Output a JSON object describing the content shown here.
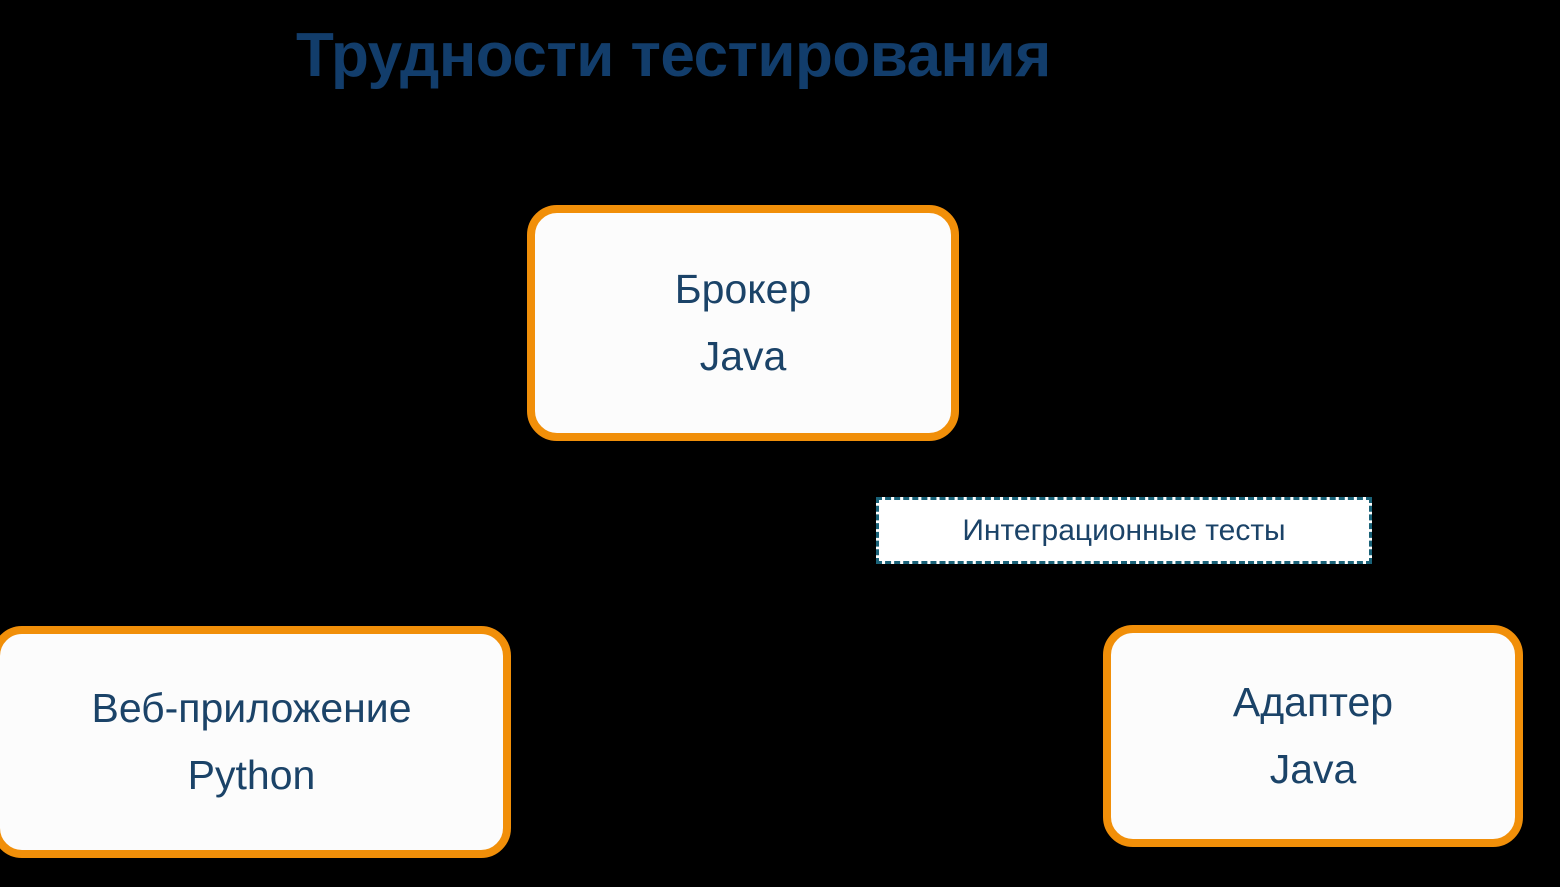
{
  "slide": {
    "title": "Трудности тестирования",
    "background_color": "#000000",
    "title_color": "#123D6B",
    "accent_color": "#F18F09",
    "text_color": "#1B4368",
    "dashed_border_color": "#1A6278"
  },
  "nodes": [
    {
      "id": "broker",
      "name": "Брокер",
      "tech": "Java"
    },
    {
      "id": "webapp",
      "name": "Веб-приложение",
      "tech": "Python"
    },
    {
      "id": "adapter",
      "name": "Адаптер",
      "tech": "Java"
    }
  ],
  "labels": [
    {
      "id": "integration-tests",
      "text": "Интеграционные тесты"
    }
  ]
}
